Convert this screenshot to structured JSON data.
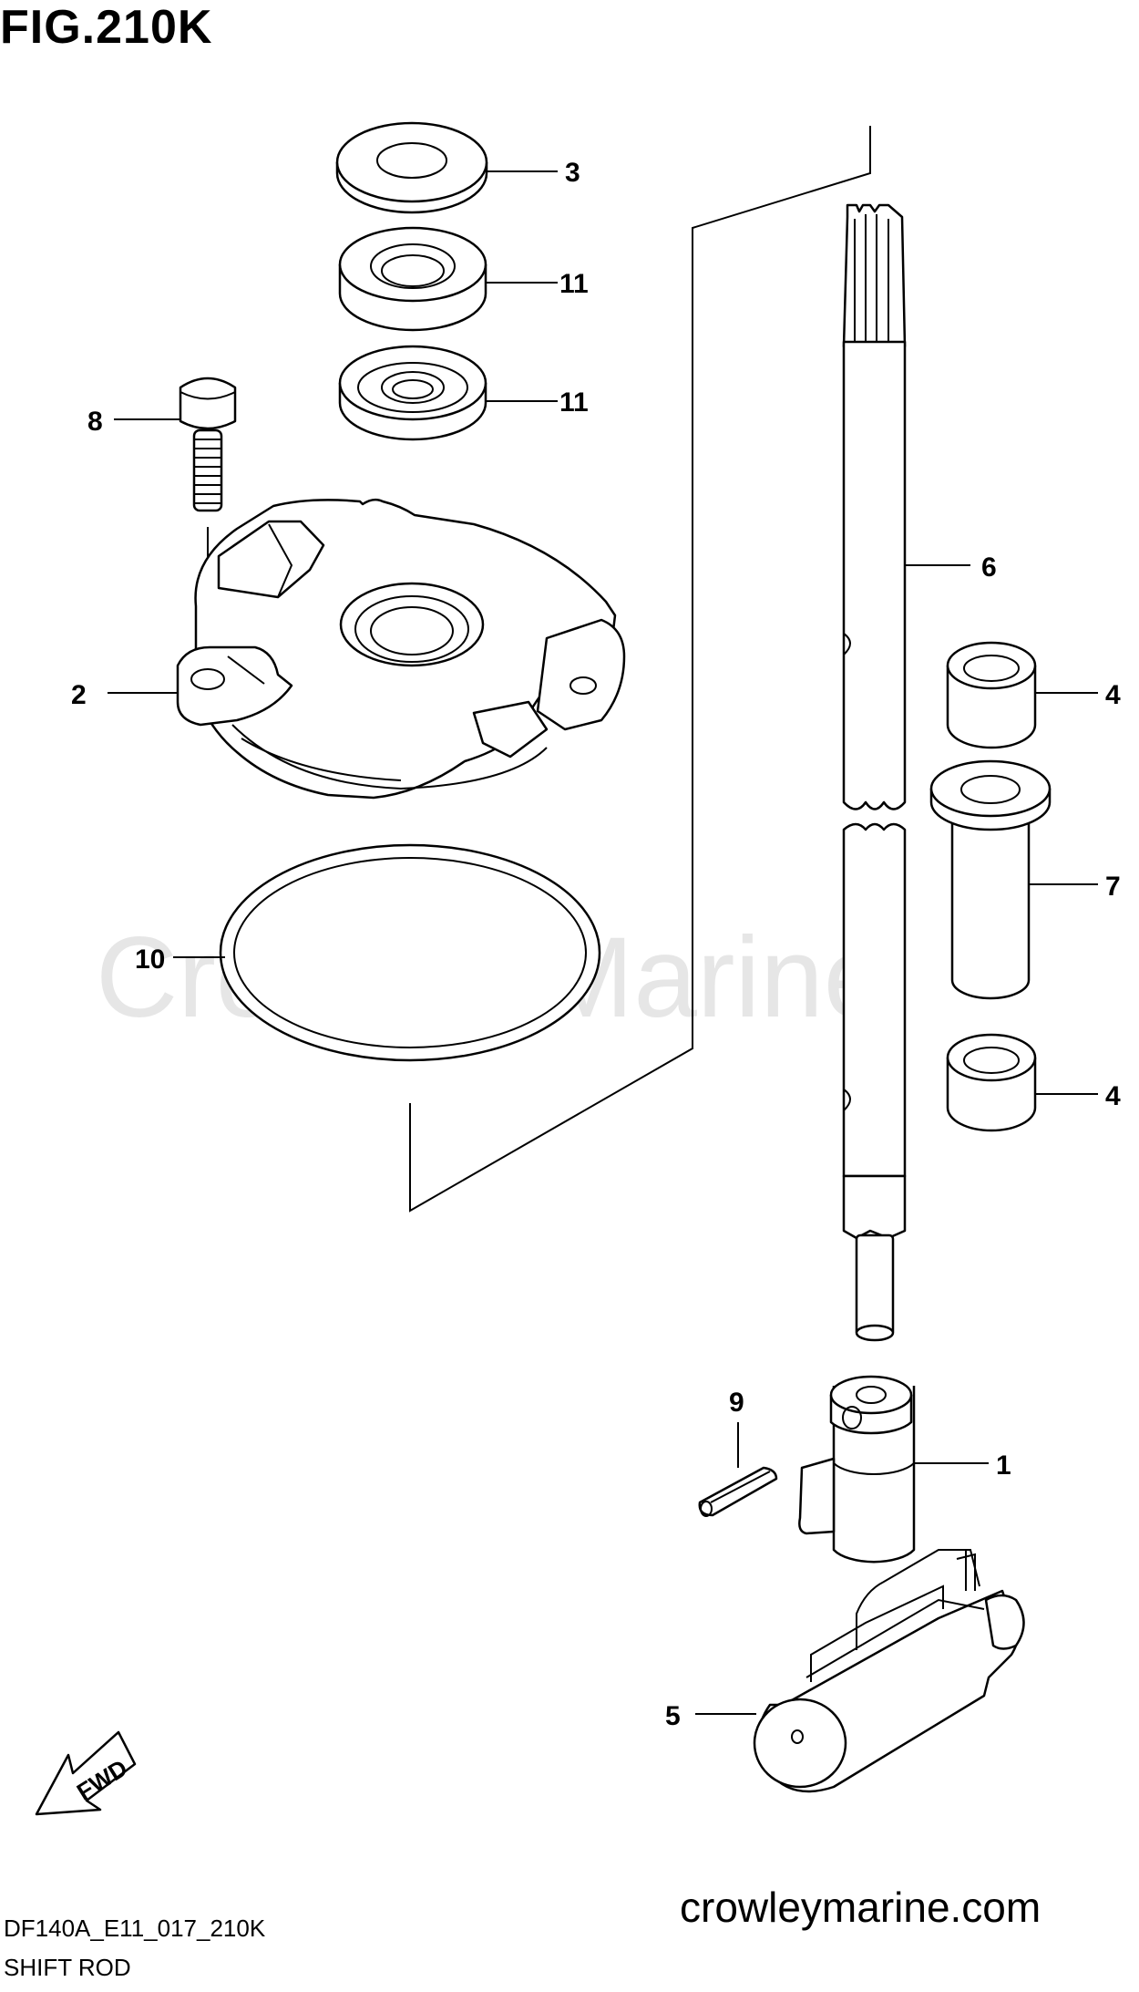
{
  "figure": {
    "title": "FIG.210K"
  },
  "watermark": "Crowley Marine",
  "callouts": [
    {
      "number": "3",
      "part": "washer"
    },
    {
      "number": "11",
      "part": "oil-seal-upper"
    },
    {
      "number": "11",
      "part": "oil-seal-lower"
    },
    {
      "number": "8",
      "part": "bolt"
    },
    {
      "number": "2",
      "part": "shift-rod-guide-housing"
    },
    {
      "number": "10",
      "part": "o-ring"
    },
    {
      "number": "6",
      "part": "shift-rod"
    },
    {
      "number": "4",
      "part": "bushing-upper"
    },
    {
      "number": "7",
      "part": "sleeve"
    },
    {
      "number": "4",
      "part": "bushing-lower"
    },
    {
      "number": "9",
      "part": "pin"
    },
    {
      "number": "1",
      "part": "shift-rod-joint"
    },
    {
      "number": "5",
      "part": "shift-cam"
    }
  ],
  "direction_badge": "FWD",
  "footer": {
    "code": "DF140A_E11_017_210K",
    "name": "SHIFT ROD",
    "site": "crowleymarine.com"
  }
}
